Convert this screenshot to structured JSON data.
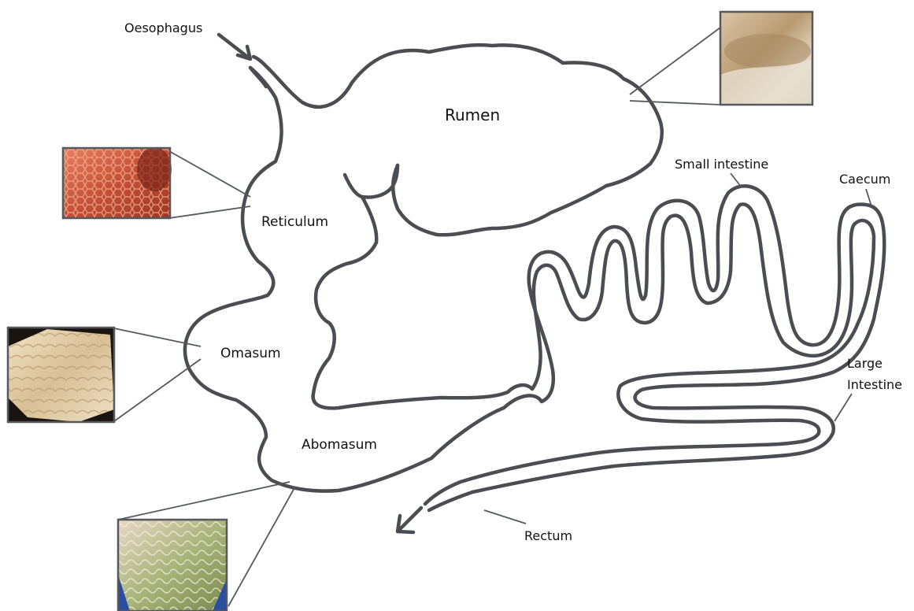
{
  "labels": {
    "oesophagus": "Oesophagus",
    "rumen": "Rumen",
    "reticulum": "Reticulum",
    "omasum": "Omasum",
    "abomasum": "Abomasum",
    "small_intestine": "Small intestine",
    "caecum": "Caecum",
    "large_intestine_1": "Large",
    "large_intestine_2": "Intestine",
    "rectum": "Rectum"
  },
  "colors": {
    "outline": "#4a4d52",
    "text": "#111111",
    "rumen_tissue": "#c9b79c",
    "reticulum_tissue": "#c85a45",
    "omasum_tissue": "#e7d3b2",
    "abomasum_tissue": "#b9c38d"
  }
}
